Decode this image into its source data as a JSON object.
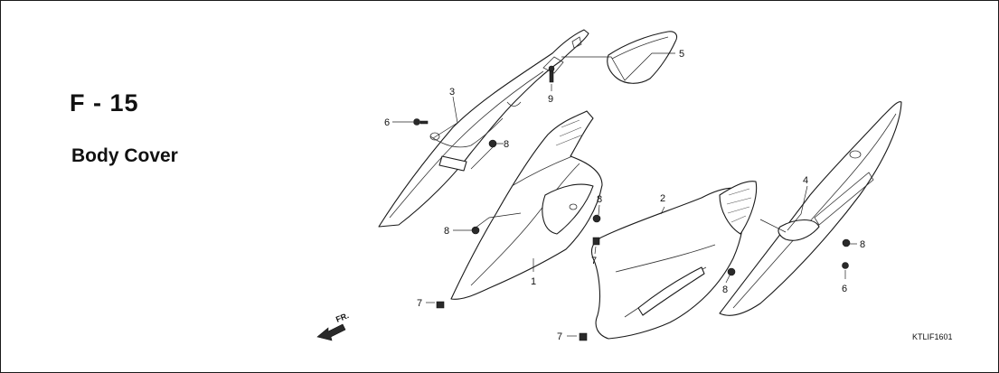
{
  "diagram": {
    "title": "F - 15",
    "subtitle": "Body Cover",
    "drawing_code": "KTLIF1601",
    "direction_label": "FR.",
    "callouts": [
      "1",
      "2",
      "3",
      "4",
      "5",
      "6",
      "6",
      "7",
      "7",
      "7",
      "8",
      "8",
      "8",
      "8",
      "8",
      "9"
    ],
    "colors": {
      "line": "#1a1a1a",
      "background": "#ffffff"
    }
  }
}
